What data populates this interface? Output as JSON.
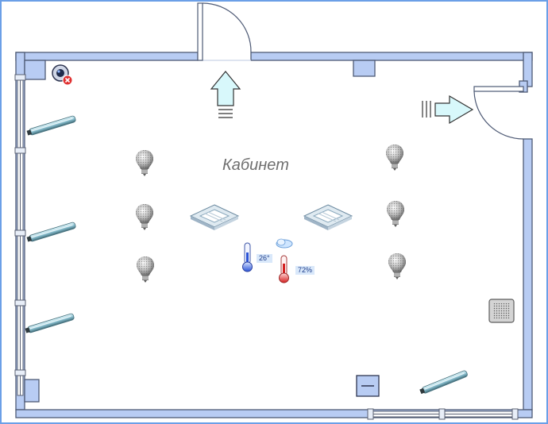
{
  "room": {
    "title": "Кабинет"
  },
  "sensors": {
    "temperature": "26°",
    "humidity": "72%"
  },
  "icons": {
    "camera": "security-camera-icon",
    "camera_status": "error-badge-icon",
    "entry": "entry-arrow-icon",
    "exit": "exit-arrow-icon",
    "bulb": "light-bulb-icon",
    "wall_lamp": "wall-lamp-icon",
    "ac": "ceiling-ac-icon",
    "thermometer": "thermometer-icon",
    "weather": "weather-icon",
    "vent": "vent-icon",
    "socket": "socket-icon"
  },
  "colors": {
    "wall_fill": "#b8ccf3",
    "wall_stroke": "#4e5a75",
    "frame": "#6b9fe7",
    "arrow_fill": "#d8f8fb",
    "error": "#e03030"
  }
}
